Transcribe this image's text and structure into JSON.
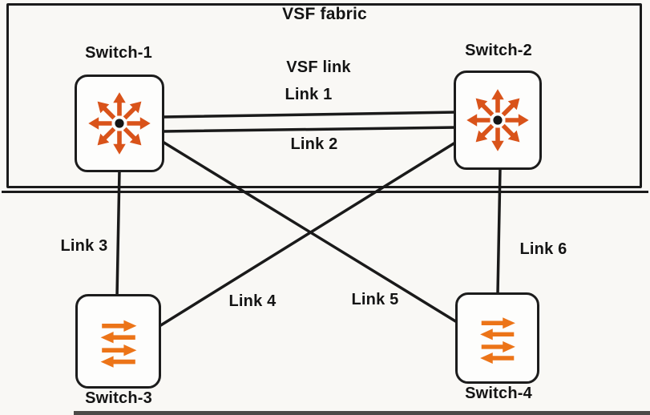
{
  "diagram": {
    "title": "VSF fabric",
    "vsf_link_label": "VSF link",
    "switches": [
      {
        "label": "Switch-1",
        "icon": "multidirectional-arrows-router-icon"
      },
      {
        "label": "Switch-2",
        "icon": "multidirectional-arrows-router-icon"
      },
      {
        "label": "Switch-3",
        "icon": "horizontal-arrows-switch-icon"
      },
      {
        "label": "Switch-4",
        "icon": "horizontal-arrows-switch-icon"
      }
    ],
    "links": [
      {
        "label": "Link 1",
        "from": "Switch-1",
        "to": "Switch-2"
      },
      {
        "label": "Link 2",
        "from": "Switch-1",
        "to": "Switch-2"
      },
      {
        "label": "Link 3",
        "from": "Switch-1",
        "to": "Switch-3"
      },
      {
        "label": "Link 4",
        "from": "Switch-2",
        "to": "Switch-3"
      },
      {
        "label": "Link 5",
        "from": "Switch-1",
        "to": "Switch-4"
      },
      {
        "label": "Link 6",
        "from": "Switch-2",
        "to": "Switch-4"
      }
    ],
    "colors": {
      "line": "#1a1a1a",
      "router_icon_accent": "#d9531a",
      "switch_icon_accent": "#ec7418",
      "text": "#141414",
      "background": "#f9f8f5"
    }
  }
}
